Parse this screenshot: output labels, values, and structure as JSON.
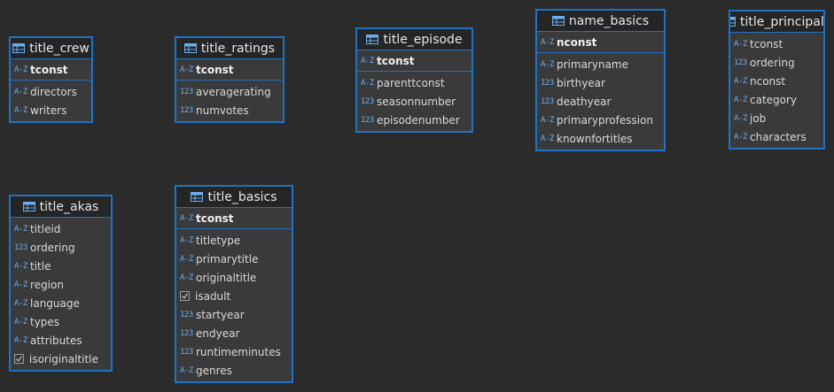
{
  "tables": [
    {
      "key": "title_crew",
      "title": "title_crew",
      "columns": [
        {
          "name": "tconst",
          "type": "A-Z",
          "pk": true
        },
        {
          "name": "directors",
          "type": "A-Z"
        },
        {
          "name": "writers",
          "type": "A-Z"
        }
      ]
    },
    {
      "key": "title_ratings",
      "title": "title_ratings",
      "columns": [
        {
          "name": "tconst",
          "type": "A-Z",
          "pk": true
        },
        {
          "name": "averagerating",
          "type": "123"
        },
        {
          "name": "numvotes",
          "type": "123"
        }
      ]
    },
    {
      "key": "title_episode",
      "title": "title_episode",
      "columns": [
        {
          "name": "tconst",
          "type": "A-Z",
          "pk": true
        },
        {
          "name": "parenttconst",
          "type": "A-Z"
        },
        {
          "name": "seasonnumber",
          "type": "123"
        },
        {
          "name": "episodenumber",
          "type": "123"
        }
      ]
    },
    {
      "key": "name_basics",
      "title": "name_basics",
      "columns": [
        {
          "name": "nconst",
          "type": "A-Z",
          "pk": true
        },
        {
          "name": "primaryname",
          "type": "A-Z"
        },
        {
          "name": "birthyear",
          "type": "123"
        },
        {
          "name": "deathyear",
          "type": "123"
        },
        {
          "name": "primaryprofession",
          "type": "A-Z"
        },
        {
          "name": "knownfortitles",
          "type": "A-Z"
        }
      ]
    },
    {
      "key": "title_principals",
      "title": "title_principals",
      "columns": [
        {
          "name": "tconst",
          "type": "A-Z"
        },
        {
          "name": "ordering",
          "type": "123"
        },
        {
          "name": "nconst",
          "type": "A-Z"
        },
        {
          "name": "category",
          "type": "A-Z"
        },
        {
          "name": "job",
          "type": "A-Z"
        },
        {
          "name": "characters",
          "type": "A-Z"
        }
      ]
    },
    {
      "key": "title_akas",
      "title": "title_akas",
      "columns": [
        {
          "name": "titleid",
          "type": "A-Z"
        },
        {
          "name": "ordering",
          "type": "123"
        },
        {
          "name": "title",
          "type": "A-Z"
        },
        {
          "name": "region",
          "type": "A-Z"
        },
        {
          "name": "language",
          "type": "A-Z"
        },
        {
          "name": "types",
          "type": "A-Z"
        },
        {
          "name": "attributes",
          "type": "A-Z"
        },
        {
          "name": "isoriginaltitle",
          "type": "bool"
        }
      ]
    },
    {
      "key": "title_basics",
      "title": "title_basics",
      "columns": [
        {
          "name": "tconst",
          "type": "A-Z",
          "pk": true
        },
        {
          "name": "titletype",
          "type": "A-Z"
        },
        {
          "name": "primarytitle",
          "type": "A-Z"
        },
        {
          "name": "originaltitle",
          "type": "A-Z"
        },
        {
          "name": "isadult",
          "type": "bool"
        },
        {
          "name": "startyear",
          "type": "123"
        },
        {
          "name": "endyear",
          "type": "123"
        },
        {
          "name": "runtimeminutes",
          "type": "123"
        },
        {
          "name": "genres",
          "type": "A-Z"
        }
      ]
    }
  ],
  "colors": {
    "border": "#1f72c4",
    "type_icon": "#6aaef0",
    "background": "#2b2b2b",
    "header": "#252525"
  }
}
